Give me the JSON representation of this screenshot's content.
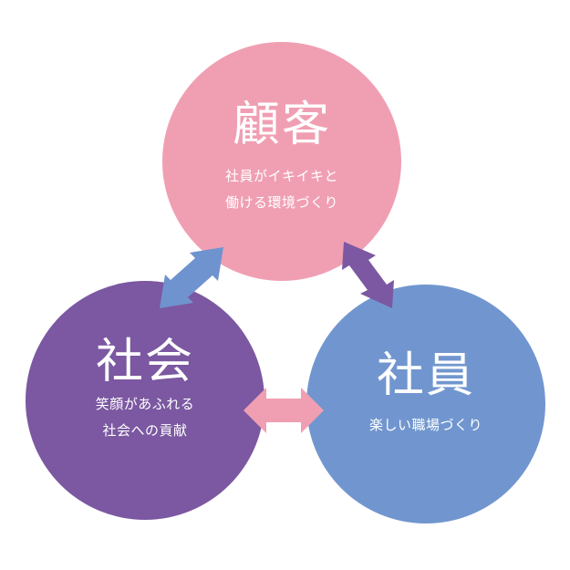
{
  "nodes": {
    "customer": {
      "title": "顧客",
      "line1": "社員がイキイキと",
      "line2": "働ける環境づくり",
      "color": "#f09fb3"
    },
    "society": {
      "title": "社会",
      "line1": "笑顔があふれる",
      "line2": "社会への貢献",
      "color": "#7b58a1"
    },
    "employee": {
      "title": "社員",
      "line1": "楽しい職場づくり",
      "color": "#7196cf"
    }
  },
  "arrows": {
    "customer_society_color": "#6f93cf",
    "customer_employee_color": "#7b58a1",
    "society_employee_color": "#f09fb3"
  }
}
